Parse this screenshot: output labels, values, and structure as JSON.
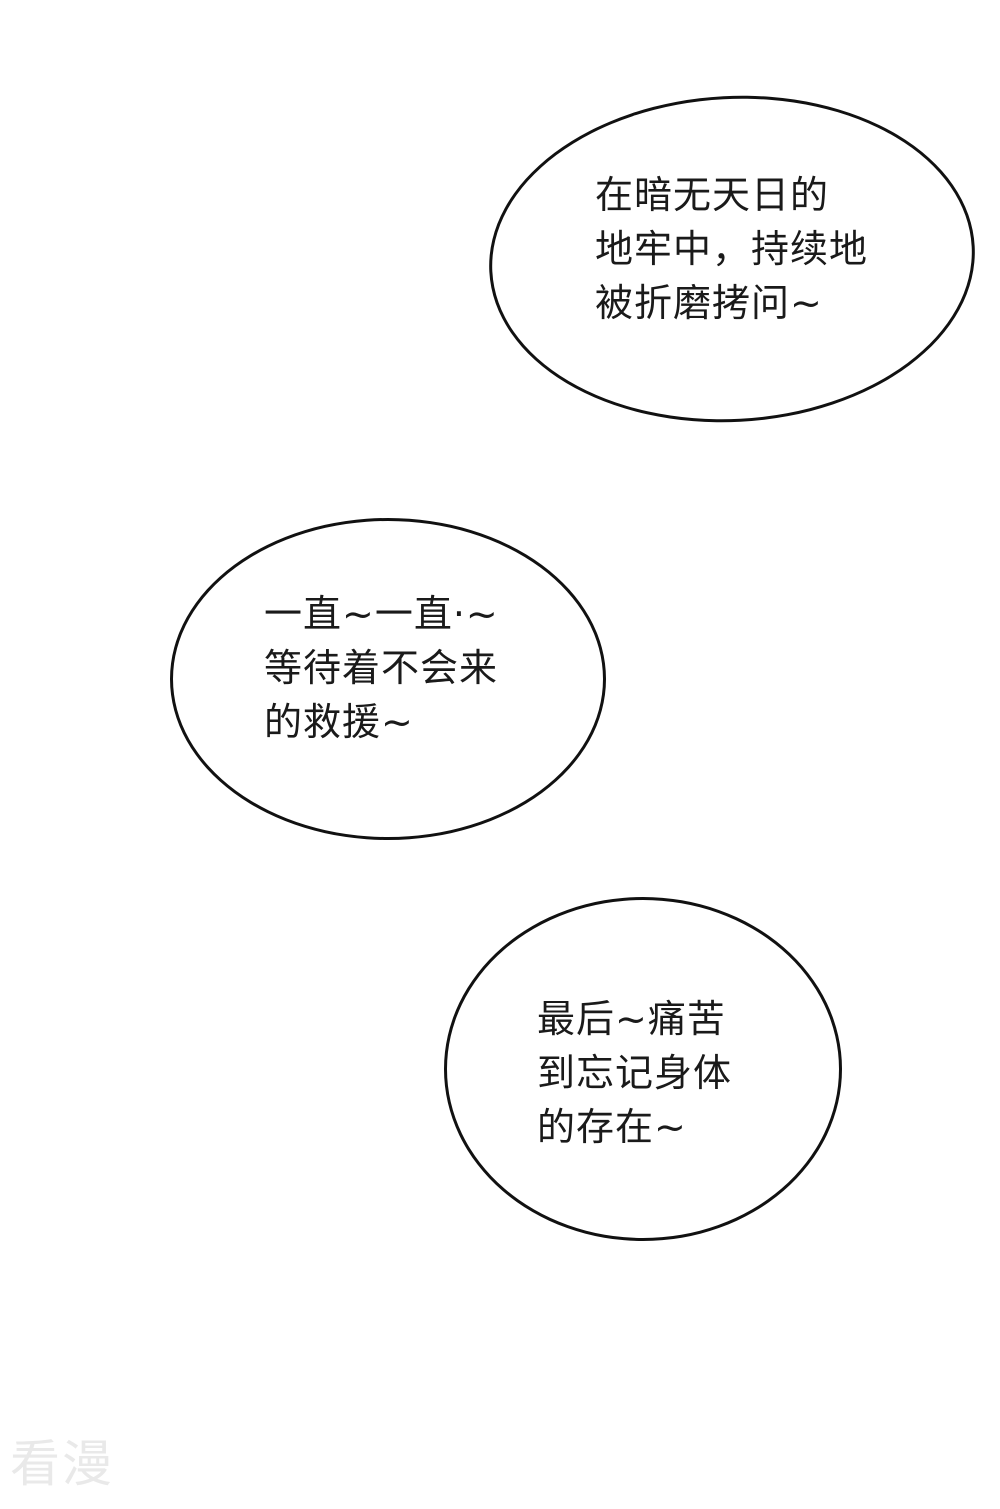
{
  "bubbles": [
    {
      "lines": [
        "在暗无天日的",
        "地牢中，持续地",
        "被折磨拷问~"
      ]
    },
    {
      "lines": [
        "一直~一直·~",
        "等待着不会来",
        "的救援~"
      ]
    },
    {
      "lines": [
        "最后~痛苦",
        "到忘记身体",
        "的存在~"
      ]
    }
  ],
  "watermark": "看漫",
  "colors": {
    "background": "#ffffff",
    "outline": "#111111",
    "text": "#1a1a1a",
    "watermark": "#e9e9e9"
  }
}
